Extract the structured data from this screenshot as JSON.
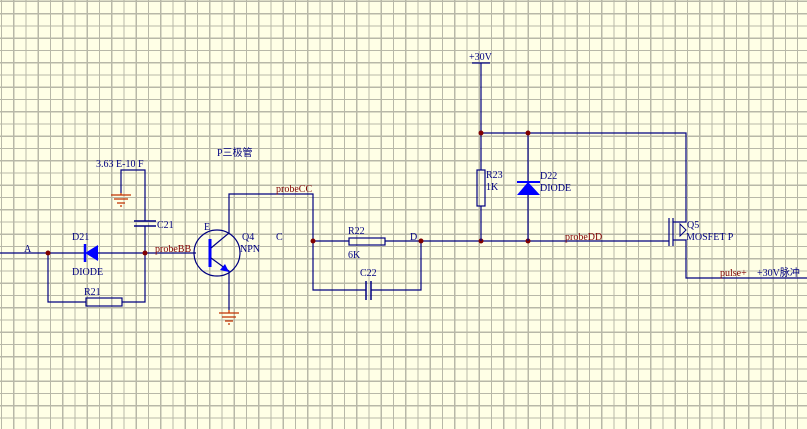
{
  "labels": {
    "node_a": "A",
    "node_c": "C",
    "node_d": "D",
    "emitter_e": "E",
    "transistor_title": "P三极管",
    "c21_value": "3.63 E-10 F"
  },
  "components": {
    "d21": {
      "ref": "D21",
      "type": "DIODE"
    },
    "r21": {
      "ref": "R21"
    },
    "c21": {
      "ref": "C21"
    },
    "q4": {
      "ref": "Q4",
      "type": "NPN"
    },
    "r22": {
      "ref": "R22",
      "value": "6K"
    },
    "c22": {
      "ref": "C22"
    },
    "r23": {
      "ref": "R23",
      "value": "1K"
    },
    "d22": {
      "ref": "D22",
      "type": "DIODE"
    },
    "q5": {
      "ref": "Q5",
      "type": "MOSFET P"
    }
  },
  "nets": {
    "probe_bb": "probeBB",
    "probe_cc": "probeCC",
    "probe_dd": "probeDD",
    "pulse": "pulse+"
  },
  "power": {
    "vcc": "+30V",
    "pulse_label": "+30V脉冲"
  },
  "colors": {
    "wire": "#000080",
    "net_label": "#800000",
    "diode_fill": "#0000ff",
    "ground": "#c03000",
    "background": "#ffffe6"
  }
}
